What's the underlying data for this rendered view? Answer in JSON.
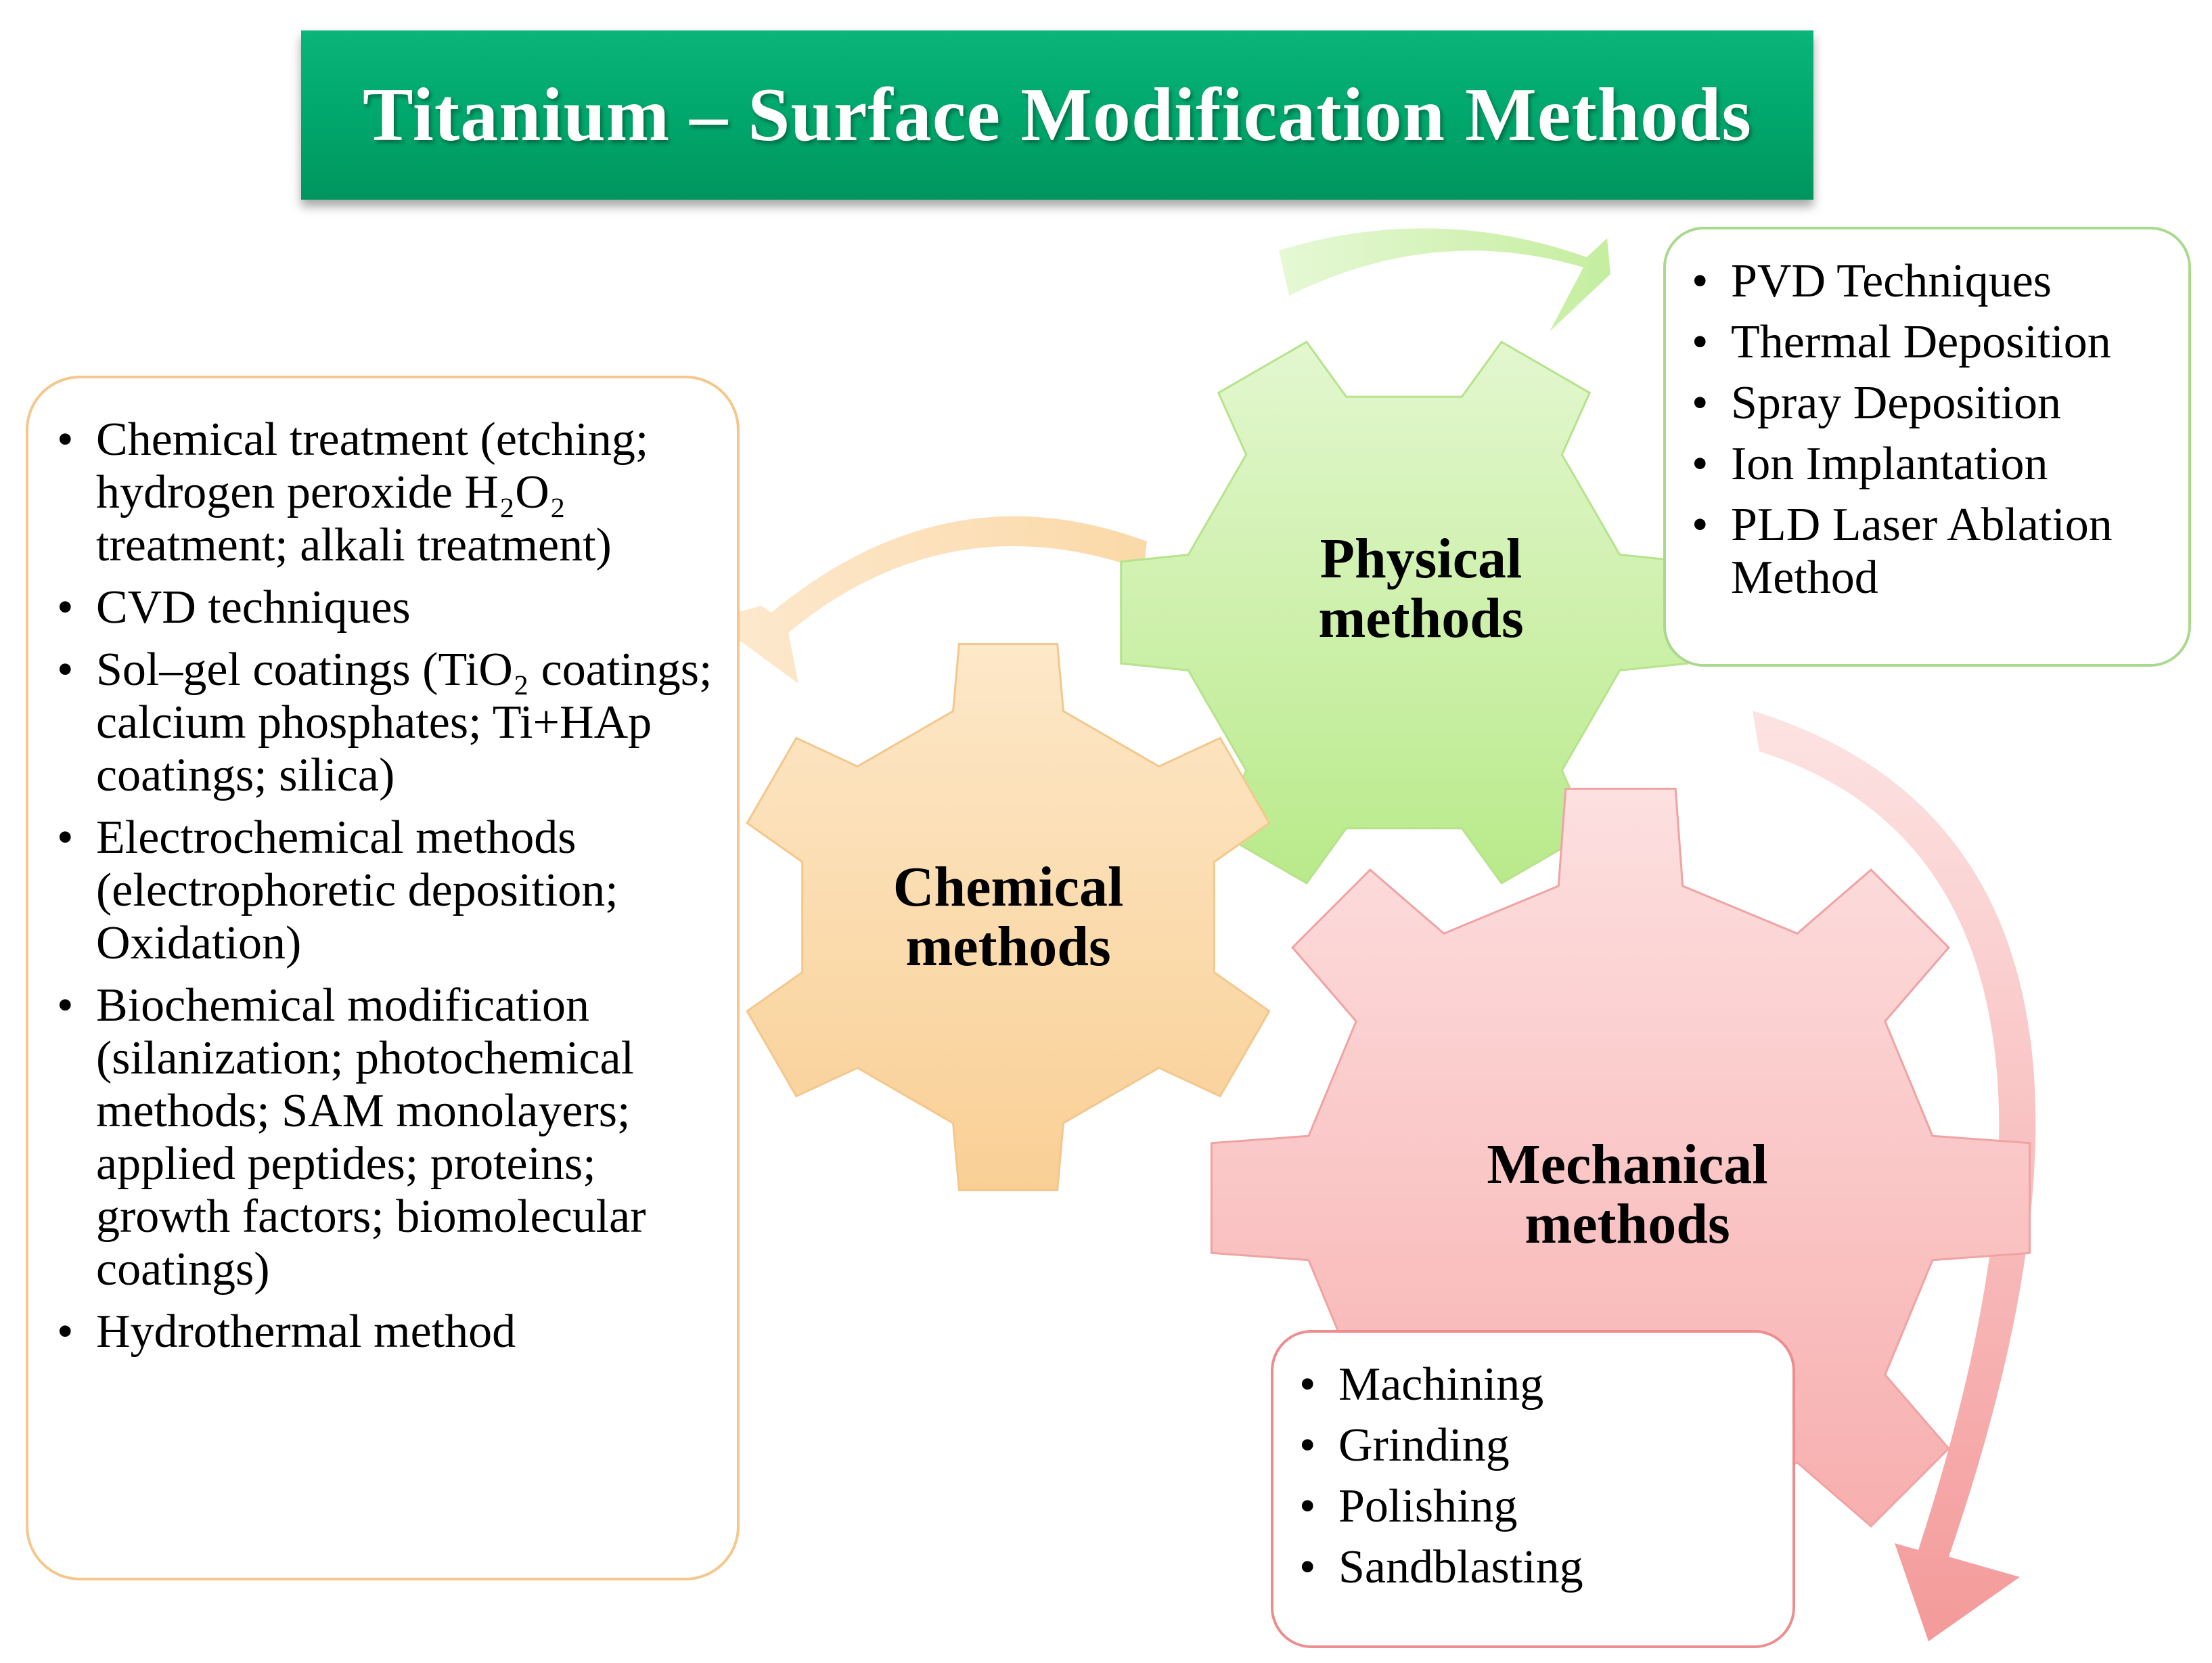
{
  "title": "Titanium – Surface Modification Methods",
  "colors": {
    "title_bg": "#00a66b",
    "chemical_gear": "#fbd9a8",
    "physical_gear": "#c9ef9f",
    "mechanical_gear": "#f9b9b9",
    "chemical_border": "#f4c78c",
    "physical_border": "#a9d98c",
    "mechanical_border": "#ee8d8d"
  },
  "gears": {
    "chemical": {
      "label_line1": "Chemical",
      "label_line2": "methods"
    },
    "physical": {
      "label_line1": "Physical",
      "label_line2": "methods"
    },
    "mechanical": {
      "label_line1": "Mechanical",
      "label_line2": "methods"
    }
  },
  "chemical_items": [
    "Chemical treatment (etching; hydrogen peroxide H₂O₂ treatment; alkali treatment)",
    "CVD techniques",
    "Sol–gel coatings (TiO₂ coatings; calcium phosphates; Ti+HAp coatings; silica)",
    "Electrochemical methods (electrophoretic deposition; Oxidation)",
    "Biochemical modification (silanization; photochemical methods; SAM monolayers; applied peptides; proteins; growth factors; biomolecular coatings)",
    "Hydrothermal method"
  ],
  "physical_items": [
    "PVD Techniques",
    "Thermal Deposition",
    "Spray Deposition",
    "Ion Implantation",
    "PLD Laser Ablation Method"
  ],
  "mechanical_items": [
    "Machining",
    "Grinding",
    "Polishing",
    "Sandblasting"
  ]
}
